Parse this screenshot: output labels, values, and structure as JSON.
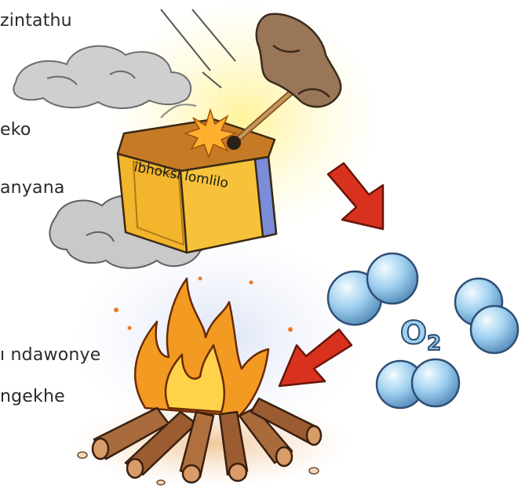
{
  "text_fragments": [
    "zintathu",
    "eko",
    "anyana",
    "ı ndawonye",
    "ngekhe"
  ],
  "matchbox_label": "ibhoksi lomlilo",
  "oxygen_label": "O2",
  "icons": [
    "matchbox-icon",
    "hand-icon",
    "match-icon",
    "smoke-icon",
    "arrow-icon",
    "oxygen-molecule-icon",
    "fire-icon",
    "firewood-icon"
  ],
  "colors": {
    "matchbox": "#f2b52c",
    "arrow": "#d8321f",
    "oxygen": "#9fd0f0",
    "flame": "#f08a1c",
    "smoke": "#c9c9c9",
    "glow_yellow": "#fff4a8",
    "glow_blue": "#dfe6f6"
  }
}
